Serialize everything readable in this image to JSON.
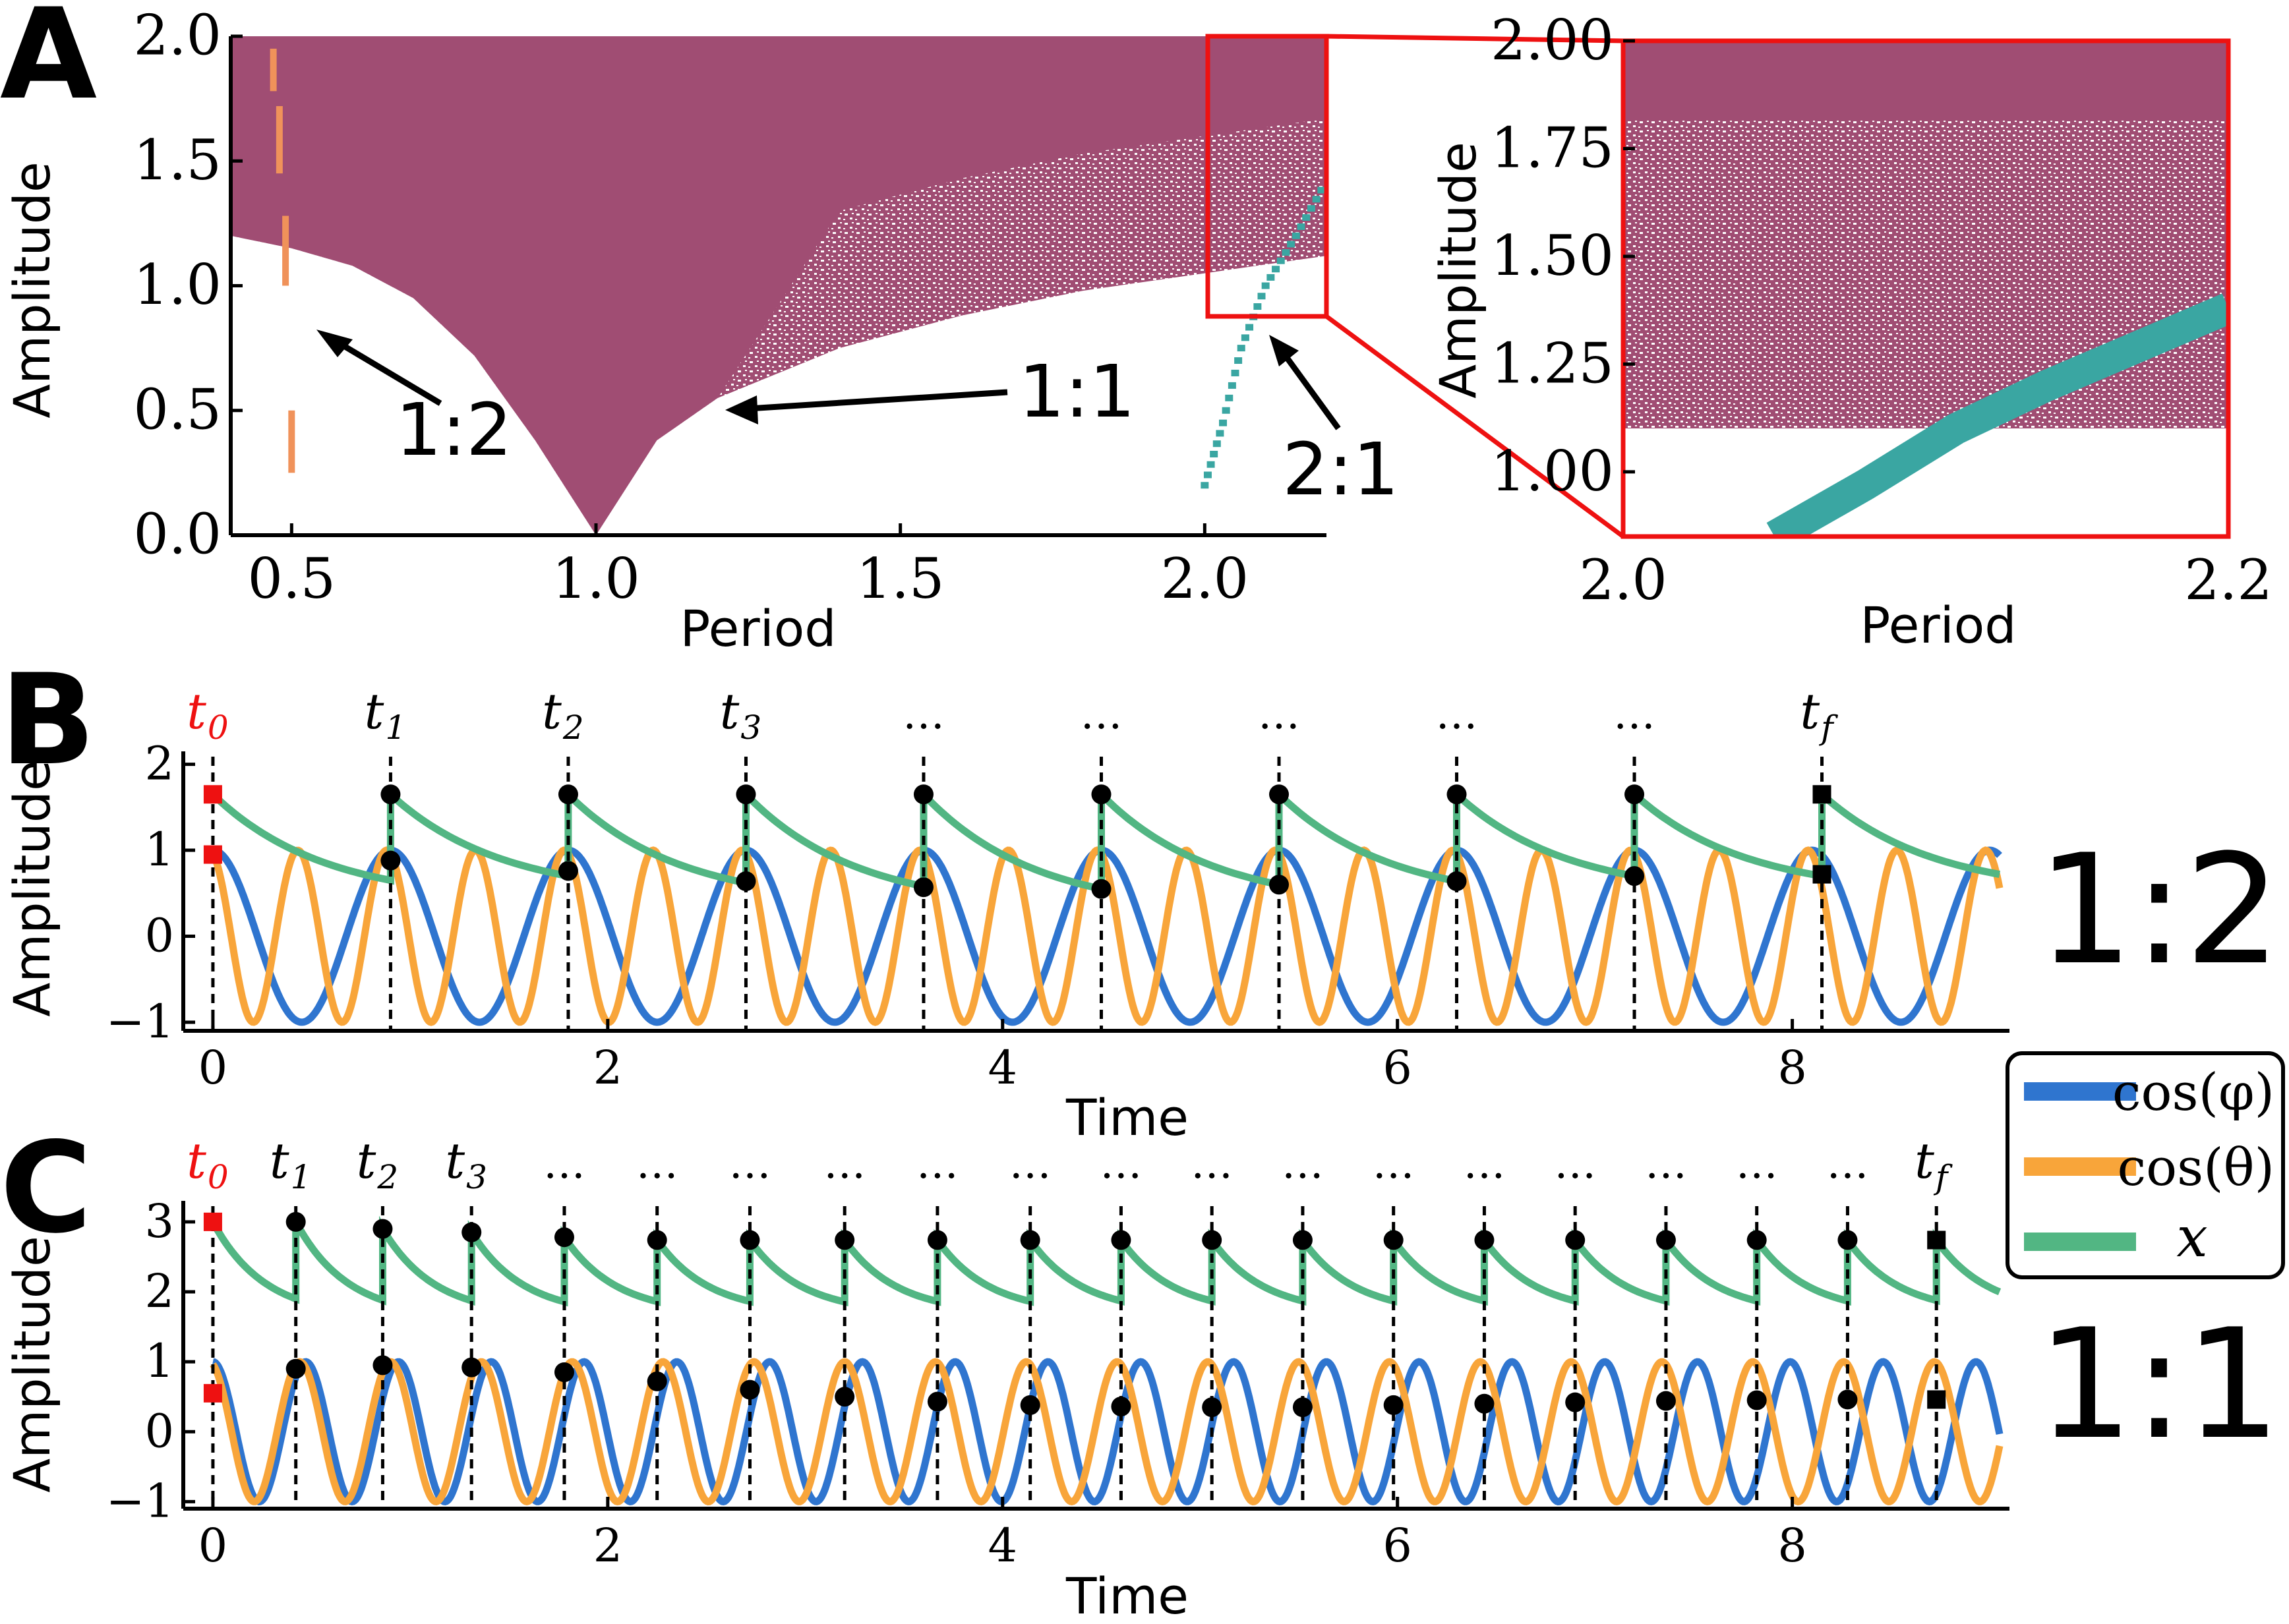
{
  "colors": {
    "region": "#a04d73",
    "teal": "#3aa6a2",
    "orange_marker": "#f0925a",
    "blue": "#2f75cf",
    "orange": "#f8a53a",
    "green": "#52b683",
    "red": "#ee1111",
    "black": "#000000"
  },
  "panel_labels": {
    "a": "A",
    "b": "B",
    "c": "C"
  },
  "chart_data": [
    {
      "id": "A-main",
      "type": "heatmap",
      "xlabel": "Period",
      "ylabel": "Amplitude",
      "xlim": [
        0.4,
        2.2
      ],
      "ylim": [
        0,
        2.0
      ],
      "xticks": [
        0.5,
        1.0,
        1.5,
        2.0
      ],
      "xtick_labels": [
        "0.5",
        "1.0",
        "1.5",
        "2.0"
      ],
      "yticks": [
        0,
        0.5,
        1.0,
        1.5,
        2.0
      ],
      "ytick_labels": [
        "0.0",
        "0.5",
        "1.0",
        "1.5",
        "2.0"
      ],
      "regions": [
        {
          "name": "1:1",
          "boundary": [
            [
              0.4,
              1.2
            ],
            [
              0.5,
              1.15
            ],
            [
              0.6,
              1.08
            ],
            [
              0.7,
              0.95
            ],
            [
              0.8,
              0.72
            ],
            [
              0.9,
              0.38
            ],
            [
              1.0,
              0.0
            ],
            [
              1.1,
              0.38
            ],
            [
              1.2,
              0.55
            ],
            [
              1.4,
              0.75
            ],
            [
              1.6,
              0.88
            ],
            [
              1.8,
              0.98
            ],
            [
              2.0,
              1.05
            ],
            [
              2.2,
              1.12
            ]
          ]
        },
        {
          "name": "2:1",
          "points": [
            [
              2.0,
              0.2
            ],
            [
              2.03,
              0.45
            ],
            [
              2.06,
              0.75
            ],
            [
              2.1,
              1.0
            ],
            [
              2.15,
              1.2
            ],
            [
              2.2,
              1.42
            ]
          ]
        },
        {
          "name": "1:2",
          "segments": [
            [
              0.47,
              1.95,
              1.78
            ],
            [
              0.48,
              1.72,
              1.45
            ],
            [
              0.49,
              1.28,
              1.0
            ],
            [
              0.5,
              0.5,
              0.25
            ]
          ]
        }
      ],
      "annotations": [
        {
          "text": "1:2",
          "arrow_to": [
            0.53,
            0.8
          ]
        },
        {
          "text": "1:1",
          "arrow_to": [
            1.2,
            0.5
          ]
        },
        {
          "text": "2:1",
          "arrow_to": [
            2.1,
            0.8
          ]
        }
      ]
    },
    {
      "id": "A-inset",
      "type": "heatmap",
      "xlabel": "Period",
      "ylabel": "Amplitude",
      "xlim": [
        2.0,
        2.2
      ],
      "ylim": [
        0.85,
        2.0
      ],
      "xticks": [
        2.0,
        2.2
      ],
      "xtick_labels": [
        "2.0",
        "2.2"
      ],
      "yticks": [
        1.0,
        1.25,
        1.5,
        1.75,
        2.0
      ],
      "ytick_labels": [
        "1.00",
        "1.25",
        "1.50",
        "1.75",
        "2.00"
      ],
      "band": [
        [
          2.05,
          0.85
        ],
        [
          2.08,
          0.97
        ],
        [
          2.11,
          1.1
        ],
        [
          2.14,
          1.2
        ],
        [
          2.17,
          1.29
        ],
        [
          2.2,
          1.38
        ]
      ]
    },
    {
      "id": "B",
      "type": "line",
      "label": "1:2",
      "xlabel": "Time",
      "ylabel": "Amplitude",
      "xlim": [
        -0.15,
        9.1
      ],
      "ylim": [
        -1.1,
        2.15
      ],
      "xticks": [
        0,
        2,
        4,
        6,
        8
      ],
      "xtick_labels": [
        "0",
        "2",
        "4",
        "6",
        "8"
      ],
      "yticks": [
        -1,
        0,
        1,
        2
      ],
      "ytick_labels": [
        "−1",
        "0",
        "1",
        "2"
      ],
      "kick_times": [
        0,
        0.9,
        1.8,
        2.7,
        3.6,
        4.5,
        5.4,
        6.3,
        7.2,
        8.15
      ],
      "time_labels": [
        "t0",
        "t1",
        "t2",
        "t3",
        "…",
        "…",
        "…",
        "…",
        "…",
        "tf"
      ],
      "x_peak": 1.65,
      "x_before_kick": [
        0.65,
        0.7,
        0.62,
        0.58,
        0.55,
        0.6,
        0.64,
        0.7,
        0.72
      ],
      "markers_cos": [
        0.95,
        0.88,
        0.76,
        0.64,
        0.57,
        0.55,
        0.6,
        0.64,
        0.7,
        0.72
      ]
    },
    {
      "id": "C",
      "type": "line",
      "label": "1:1",
      "xlabel": "Time",
      "ylabel": "Amplitude",
      "xlim": [
        -0.15,
        9.1
      ],
      "ylim": [
        -1.1,
        3.3
      ],
      "xticks": [
        0,
        2,
        4,
        6,
        8
      ],
      "xtick_labels": [
        "0",
        "2",
        "4",
        "6",
        "8"
      ],
      "yticks": [
        -1,
        0,
        1,
        2,
        3
      ],
      "ytick_labels": [
        "−1",
        "0",
        "1",
        "2",
        "3"
      ],
      "kick_times": [
        0,
        0.42,
        0.86,
        1.31,
        1.78,
        2.25,
        2.72,
        3.2,
        3.67,
        4.14,
        4.6,
        5.06,
        5.52,
        5.98,
        6.44,
        6.9,
        7.36,
        7.82,
        8.28,
        8.73
      ],
      "time_labels": [
        "t0",
        "t1",
        "t2",
        "t3",
        "…",
        "…",
        "…",
        "…",
        "…",
        "…",
        "…",
        "…",
        "…",
        "…",
        "…",
        "…",
        "…",
        "…",
        "…",
        "tf"
      ],
      "x_markers": [
        3.0,
        3.0,
        2.9,
        2.85,
        2.78,
        2.74,
        2.74,
        2.74,
        2.74,
        2.74,
        2.74,
        2.74,
        2.74,
        2.74,
        2.74,
        2.74,
        2.74,
        2.74,
        2.74,
        2.74
      ],
      "x_before_kick": 1.9,
      "markers_cos": [
        0.55,
        0.9,
        0.95,
        0.92,
        0.85,
        0.72,
        0.6,
        0.5,
        0.43,
        0.38,
        0.36,
        0.35,
        0.35,
        0.38,
        0.4,
        0.42,
        0.44,
        0.45,
        0.46,
        0.46
      ]
    }
  ],
  "legend": {
    "entries": [
      {
        "label": "cos(φ)",
        "color_key": "blue"
      },
      {
        "label": "cos(θ)",
        "color_key": "orange"
      },
      {
        "label": "x",
        "color_key": "green"
      }
    ]
  }
}
